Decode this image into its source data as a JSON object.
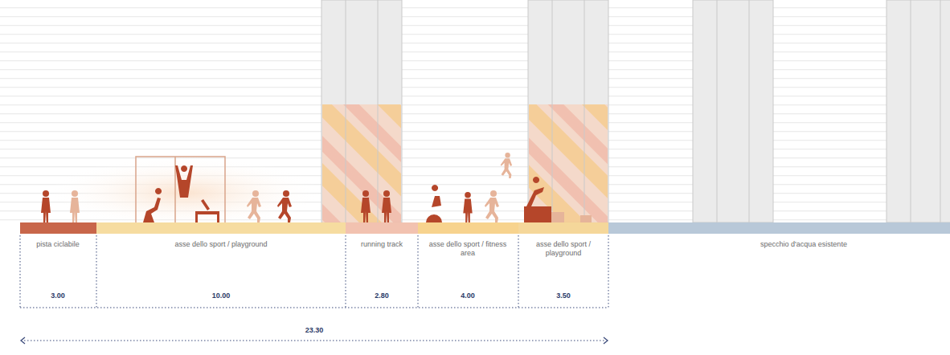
{
  "diagram": {
    "labels": [
      "pista ciclabile",
      "asse dello sport / playground",
      "running track",
      "asse dello sport / fitness area",
      "asse dello sport / playground",
      "specchio d'acqua esistente",
      "3.00",
      "10.00",
      "2.80",
      "4.00",
      "3.50",
      "23.30"
    ]
  }
}
